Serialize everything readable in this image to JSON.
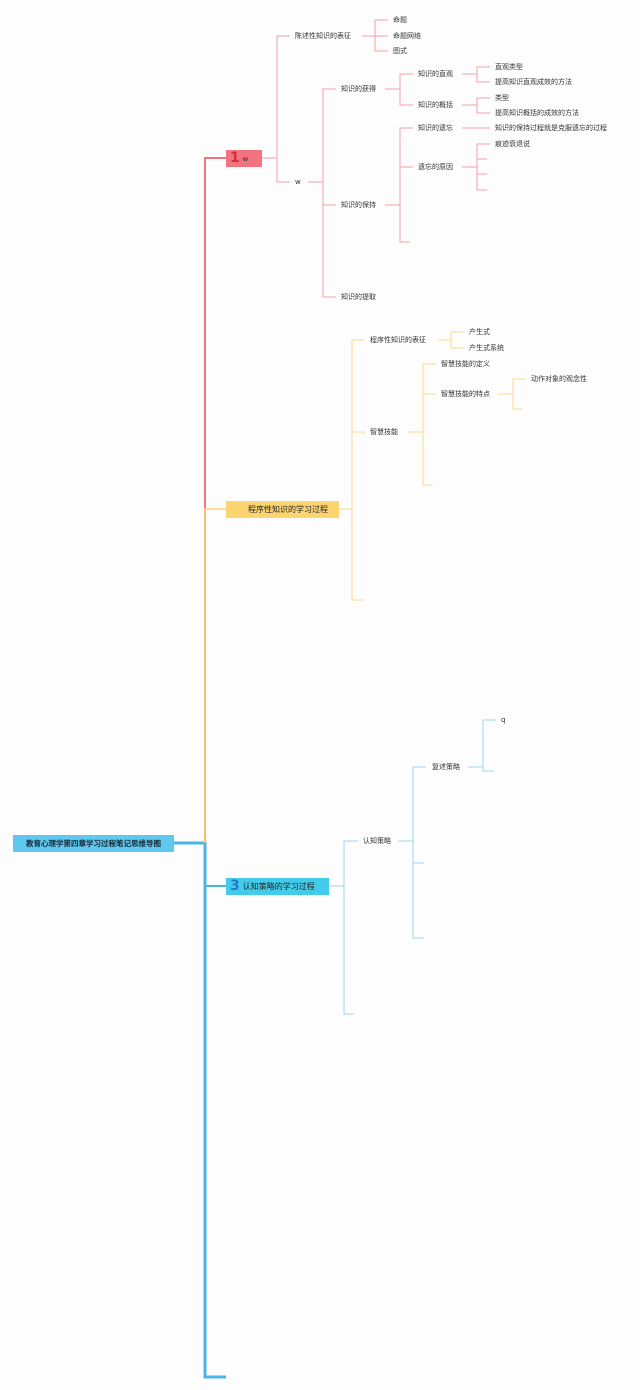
{
  "root": "教育心理学第四章学习过程笔记思维导图",
  "colors": {
    "red": "#f0737f",
    "yellow": "#fbd572",
    "blue": "#4ab5e5",
    "cyan": "#44cbea"
  },
  "branch1": {
    "num": "1",
    "title": "w",
    "rep": {
      "label": "陈述性知识的表征",
      "items": [
        "命题",
        "命题网络",
        "图式"
      ]
    },
    "w": "w",
    "acq": {
      "label": "知识的获得",
      "intuition": {
        "label": "知识的直观",
        "items": [
          "直观类型",
          "提高知识直观成效的方法"
        ]
      },
      "summary": {
        "label": "知识的概括",
        "items": [
          "类型",
          "提高知识概括的成效的方法"
        ]
      }
    },
    "keep": {
      "label": "知识的保持",
      "forget": {
        "label": "知识的遗忘",
        "item": "知识的保持过程就是克服遗忘的过程"
      },
      "cause": {
        "label": "遗忘的原因",
        "item": "痕迹衰退说"
      }
    },
    "extract": "知识的提取"
  },
  "branch2": {
    "title": "程序性知识的学习过程",
    "rep": {
      "label": "程序性知识的表征",
      "items": [
        "产生式",
        "产生式系统"
      ]
    },
    "skill": {
      "label": "智慧技能",
      "def": "智慧技能的定义",
      "feat": {
        "label": "智慧技能的特点",
        "item": "动作对象的观念性"
      }
    }
  },
  "branch3": {
    "num": "3",
    "title": "认知策略的学习过程",
    "cog": {
      "label": "认知策略",
      "rehearse": {
        "label": "复述策略",
        "item": "q"
      }
    }
  }
}
